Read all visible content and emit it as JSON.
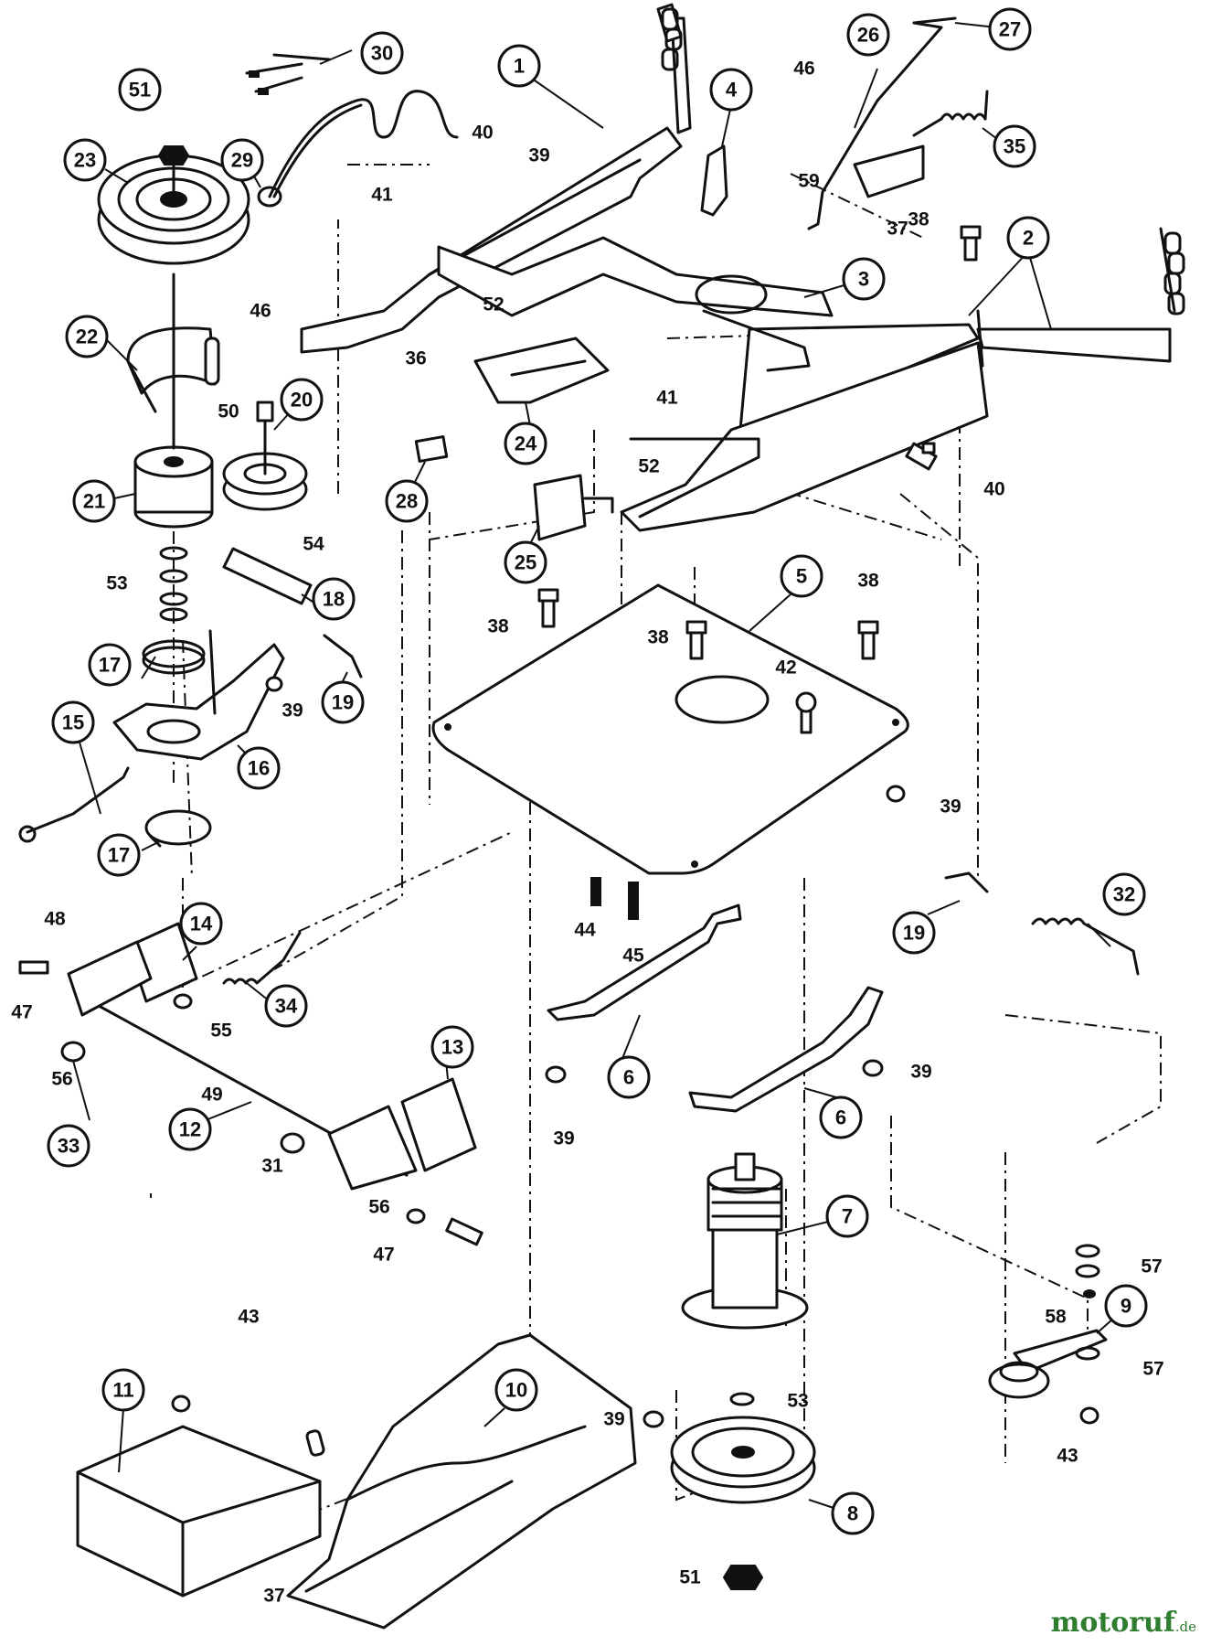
{
  "callouts": [
    "1",
    "2",
    "3",
    "4",
    "5",
    "6",
    "6",
    "7",
    "8",
    "9",
    "10",
    "11",
    "12",
    "13",
    "14",
    "15",
    "16",
    "17",
    "17",
    "18",
    "19",
    "19",
    "20",
    "21",
    "22",
    "23",
    "24",
    "25",
    "26",
    "27",
    "28",
    "29",
    "30",
    "32",
    "33",
    "34",
    "35",
    "51"
  ],
  "labels": [
    "36",
    "37",
    "37",
    "38",
    "38",
    "38",
    "38",
    "39",
    "39",
    "39",
    "39",
    "39",
    "39",
    "40",
    "40",
    "41",
    "41",
    "42",
    "43",
    "43",
    "44",
    "45",
    "46",
    "46",
    "47",
    "47",
    "48",
    "49",
    "50",
    "52",
    "52",
    "53",
    "53",
    "54",
    "55",
    "56",
    "56",
    "57",
    "57",
    "58",
    "59",
    "31",
    "51"
  ],
  "watermark": {
    "main": "motoruf",
    "sub": ".de"
  }
}
